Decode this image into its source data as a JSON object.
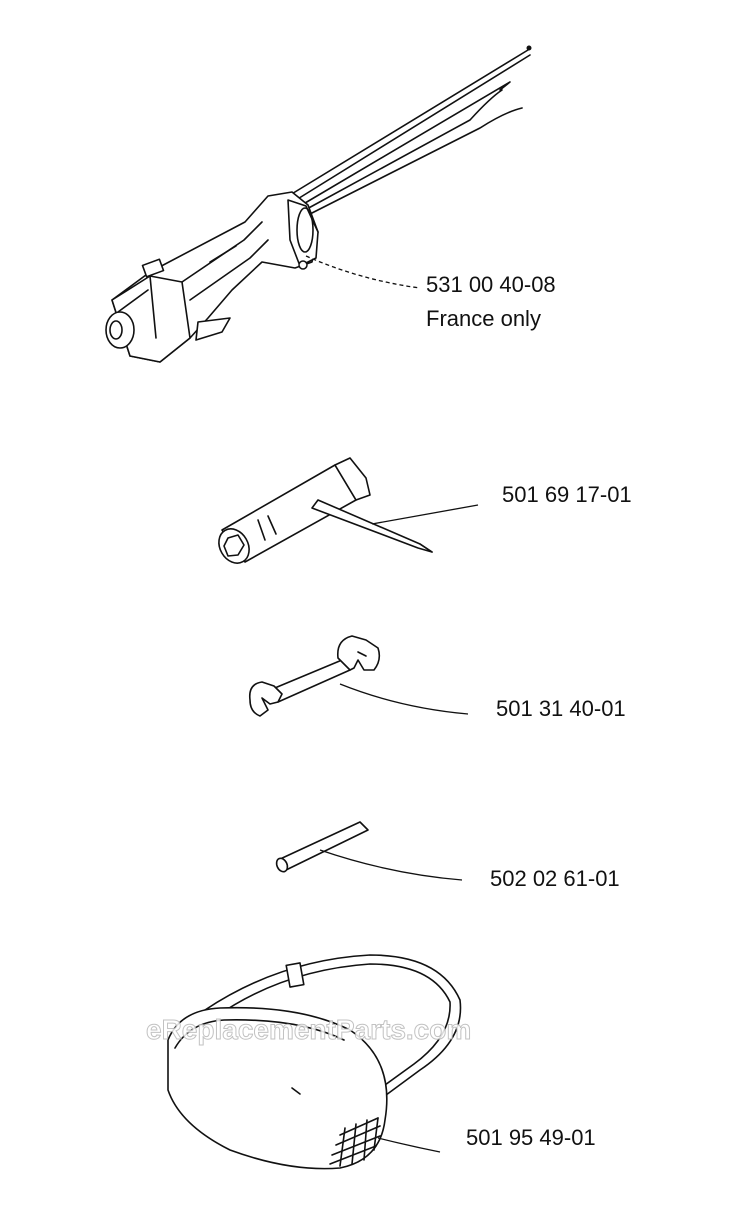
{
  "parts": [
    {
      "part_number": "531 00 40-08",
      "note": "France only",
      "icon": "trimmer-handle-assembly"
    },
    {
      "part_number": "501 69 17-01",
      "icon": "combination-spanner-tool"
    },
    {
      "part_number": "501 31 40-01",
      "icon": "open-end-wrench"
    },
    {
      "part_number": "502 02 61-01",
      "icon": "locking-pin"
    },
    {
      "part_number": "501 95 49-01",
      "icon": "safety-goggles"
    }
  ],
  "watermark": "eReplacementParts.com"
}
